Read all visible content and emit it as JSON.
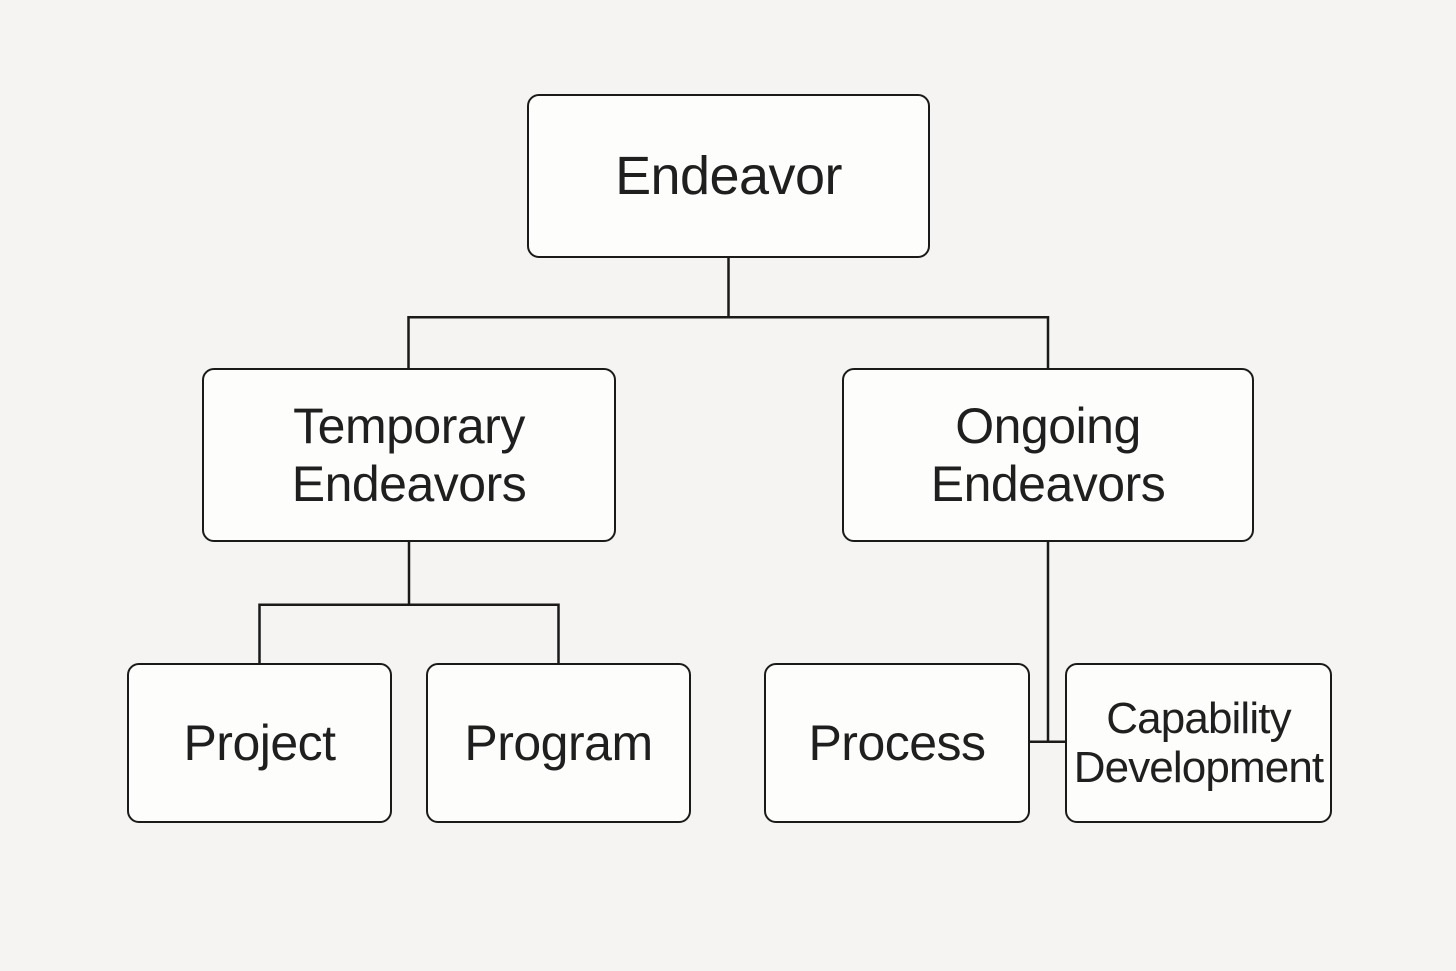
{
  "diagram": {
    "title": "Endeavor hierarchy diagram",
    "type": "org-chart",
    "colors": {
      "background": "#f5f4f2",
      "node_fill": "#fdfdfc",
      "node_border": "#1a1a1a",
      "connector": "#1a1a1a",
      "text": "#1f1f1f"
    },
    "nodes": {
      "endeavor": {
        "label": "Endeavor",
        "level": 1
      },
      "temporary": {
        "label": "Temporary\nEndeavors",
        "level": 2
      },
      "ongoing": {
        "label": "Ongoing\nEndeavors",
        "level": 2
      },
      "project": {
        "label": "Project",
        "level": 3
      },
      "program": {
        "label": "Program",
        "level": 3
      },
      "process": {
        "label": "Process",
        "level": 3
      },
      "capability": {
        "label": "Capability\nDevelopment",
        "level": 3
      }
    },
    "edges": [
      {
        "from": "Endeavor",
        "to": "Temporary Endeavors"
      },
      {
        "from": "Endeavor",
        "to": "Ongoing Endeavors"
      },
      {
        "from": "Temporary Endeavors",
        "to": "Project"
      },
      {
        "from": "Temporary Endeavors",
        "to": "Program"
      },
      {
        "from": "Ongoing Endeavors",
        "to": "Process"
      },
      {
        "from": "Ongoing Endeavors",
        "to": "Capability Development"
      }
    ]
  }
}
